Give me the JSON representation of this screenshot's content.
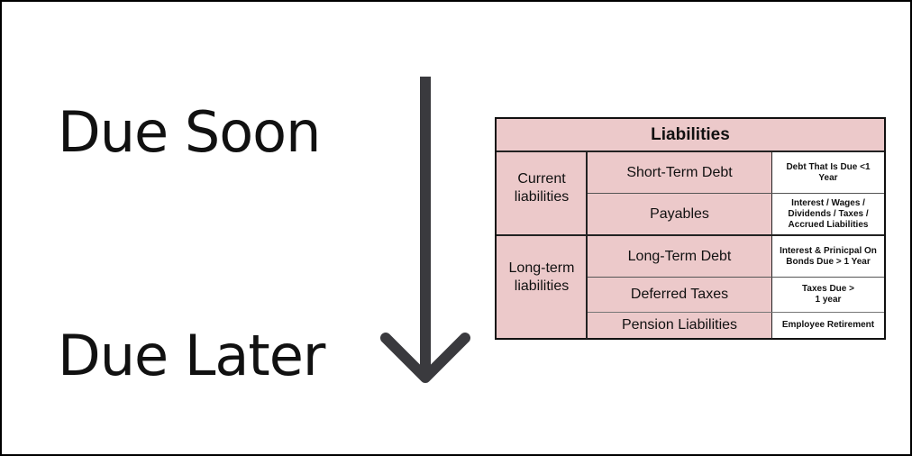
{
  "labels": {
    "top": "Due Soon",
    "bottom": "Due Later"
  },
  "table": {
    "title": "Liabilities",
    "groups": [
      {
        "name": "Current liabilities",
        "items": [
          {
            "name": "Short-Term Debt",
            "desc": "Debt That Is Due <1 Year"
          },
          {
            "name": "Payables",
            "desc": "Interest / Wages / Dividends / Taxes / Accrued Liabilities"
          }
        ]
      },
      {
        "name": "Long-term liabilities",
        "items": [
          {
            "name": "Long-Term Debt",
            "desc": "Interest & Prinicpal On Bonds Due > 1 Year"
          },
          {
            "name": "Deferred Taxes",
            "desc": "Taxes Due > 1 year"
          },
          {
            "name": "Pension Liabilities",
            "desc": "Employee Retirement"
          }
        ]
      }
    ]
  },
  "colors": {
    "header": "#ecc9ca",
    "arrow": "#3a3a3e"
  }
}
